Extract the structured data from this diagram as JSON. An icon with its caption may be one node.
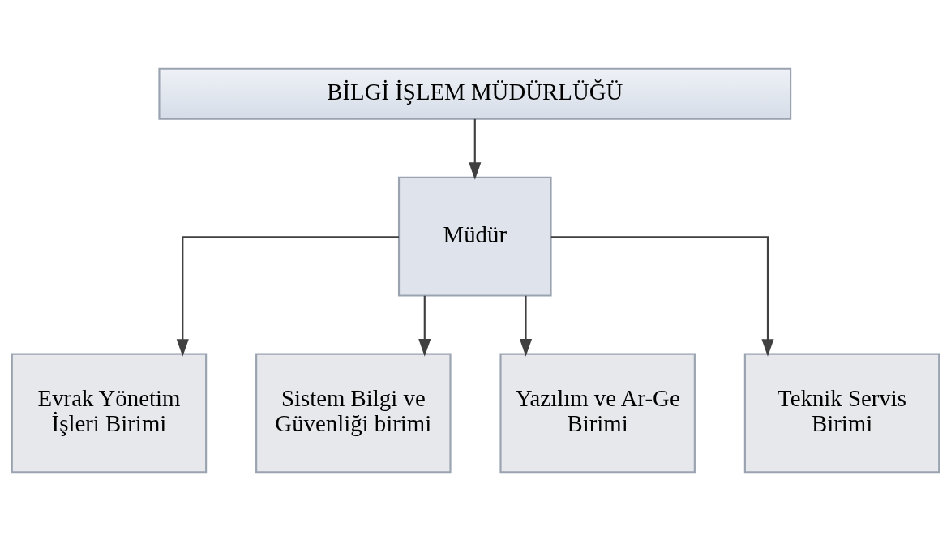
{
  "diagram": {
    "nodes": [
      {
        "text": [
          "BİLGİ İŞLEM MÜDÜRLÜĞÜ"
        ]
      },
      {
        "text": [
          "Müdür"
        ]
      },
      {
        "text": [
          "Evrak Yönetim İşleri Birimi"
        ]
      },
      {
        "text": [
          "Sistem Bilgi ve Güvenliği birimi"
        ]
      },
      {
        "text": [
          "Yazılım ve Ar-Ge Birimi"
        ]
      },
      {
        "text": [
          "Teknik Servis Birimi"
        ]
      }
    ],
    "edges": [
      {
        "from": 0,
        "to": 1,
        "arrow": "to"
      },
      {
        "from": 1,
        "to": 2,
        "arrow": "to"
      },
      {
        "from": 1,
        "to": 3,
        "arrow": "to"
      },
      {
        "from": 1,
        "to": 4,
        "arrow": "to"
      },
      {
        "from": 1,
        "to": 5,
        "arrow": "to"
      }
    ]
  }
}
